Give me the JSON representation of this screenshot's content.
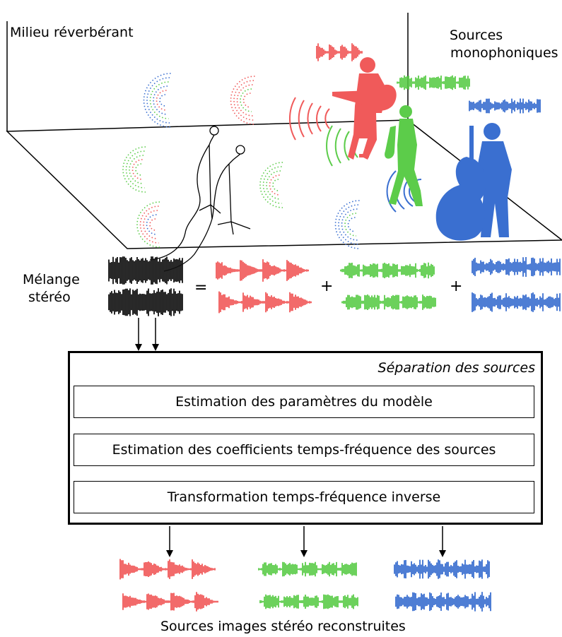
{
  "labels": {
    "environment": "Milieu réverbérant",
    "sources_line1": "Sources",
    "sources_line2": "monophoniques",
    "mix_line1": "Mélange",
    "mix_line2": "stéréo",
    "equals": "=",
    "plus": "+",
    "output": "Sources images stéréo reconstruites"
  },
  "separation": {
    "title": "Séparation des sources",
    "steps": [
      "Estimation des paramètres du modèle",
      "Estimation des coefficients temps-fréquence des sources",
      "Transformation temps-fréquence inverse"
    ]
  },
  "colors": {
    "guitar": "#f05a5a",
    "sax": "#5ccc4a",
    "bass": "#3a6fd0",
    "mix": "#111111",
    "outline": "#000000"
  },
  "icons": [
    "microphone-icon",
    "guitarist-icon",
    "saxophonist-icon",
    "bassist-icon",
    "waveform-icon"
  ]
}
